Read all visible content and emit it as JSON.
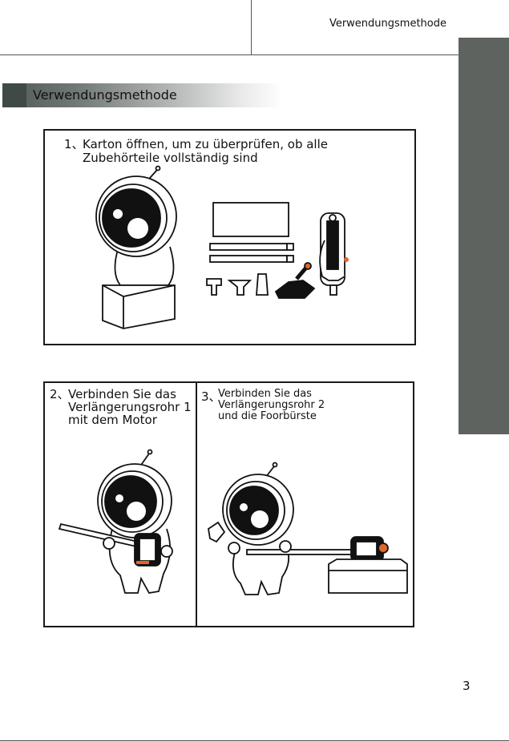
{
  "header": {
    "title": "Verwendungsmethode"
  },
  "section": {
    "title": "Verwendungsmethode"
  },
  "step1": {
    "number": "1、",
    "line1": "Karton öffnen, um zu überprüfen, ob alle",
    "line2": "Zubehörteile vollständig sind"
  },
  "step2": {
    "number": "2、",
    "line1": "Verbinden Sie das",
    "line2": "Verlängerungsrohr 1",
    "line3": "mit dem Motor"
  },
  "step3": {
    "number": "3、",
    "line1": "Verbinden Sie das",
    "line2": "Verlängerungsrohr 2",
    "line3": "und die Foorbürste"
  },
  "page": {
    "number": "3"
  },
  "colors": {
    "side_tab": "#5f6360",
    "banner_dark": "#4f5a57",
    "accent_orange": "#e0662a"
  }
}
